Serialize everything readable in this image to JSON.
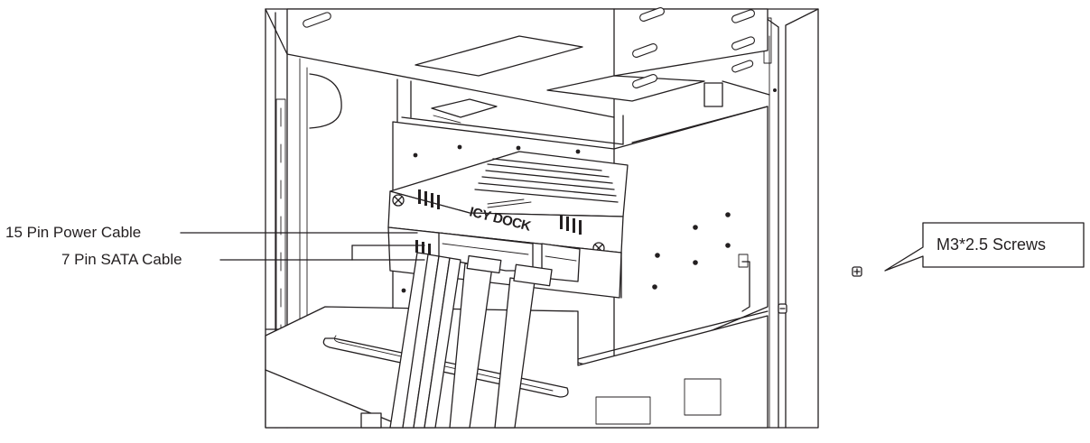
{
  "labels": {
    "power_cable": "15 Pin Power Cable",
    "sata_cable": "7 Pin SATA Cable",
    "screws": "M3*2.5 Screws",
    "brand": "ICY DOCK"
  },
  "colors": {
    "line": "#231f20",
    "background": "#ffffff"
  }
}
